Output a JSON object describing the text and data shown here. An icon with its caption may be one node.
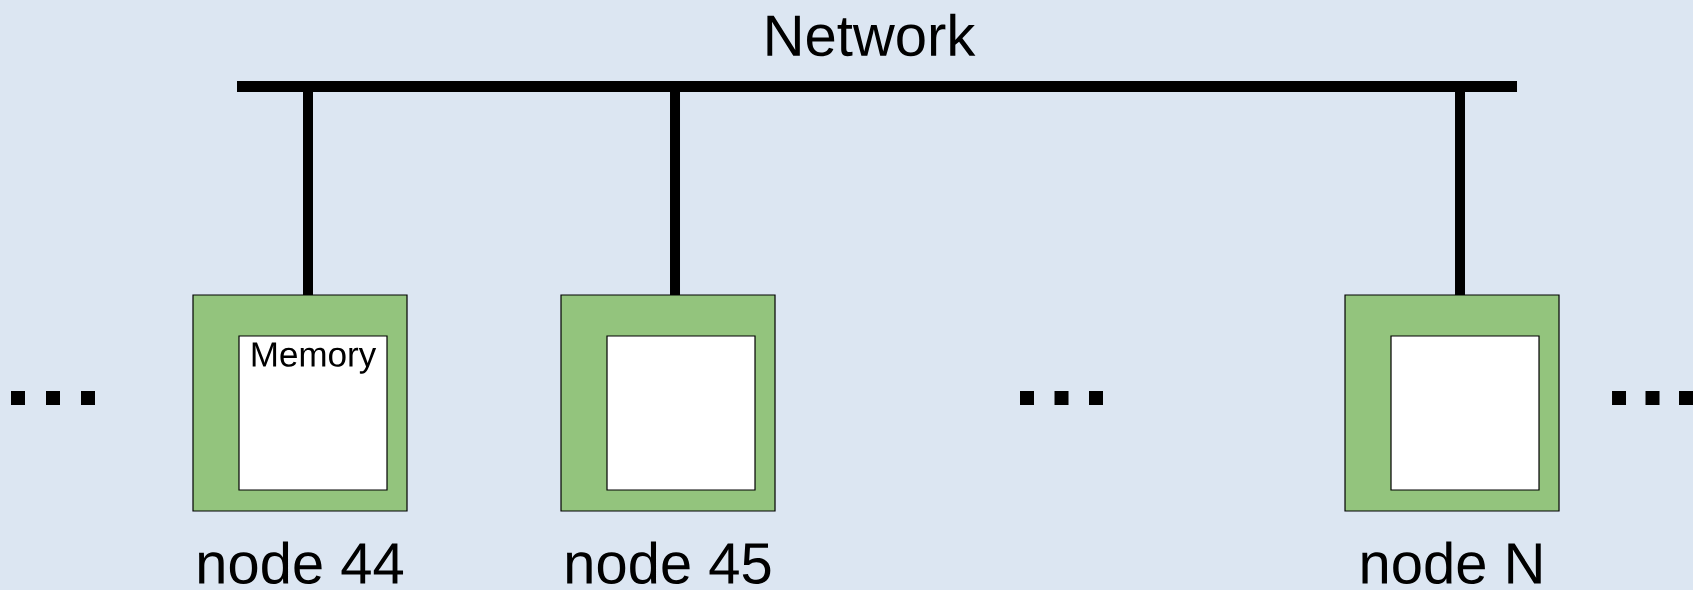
{
  "diagram": {
    "nodes": [
      {
        "text": [
          "Network"
        ]
      },
      {
        "text": [
          "node 44"
        ]
      },
      {
        "text": [
          "Memory"
        ],
        "in": 1
      },
      {
        "text": [
          "node 45"
        ]
      },
      {
        "text": [],
        "shape": "box",
        "in": 3
      },
      {
        "text": [
          "node N"
        ]
      },
      {
        "text": [],
        "shape": "box",
        "in": 5
      }
    ],
    "edges": [
      {
        "from": 0,
        "to": 1,
        "arrow": "none"
      },
      {
        "from": 0,
        "to": 3,
        "arrow": "none"
      },
      {
        "from": 0,
        "to": 5,
        "arrow": "none"
      }
    ]
  }
}
